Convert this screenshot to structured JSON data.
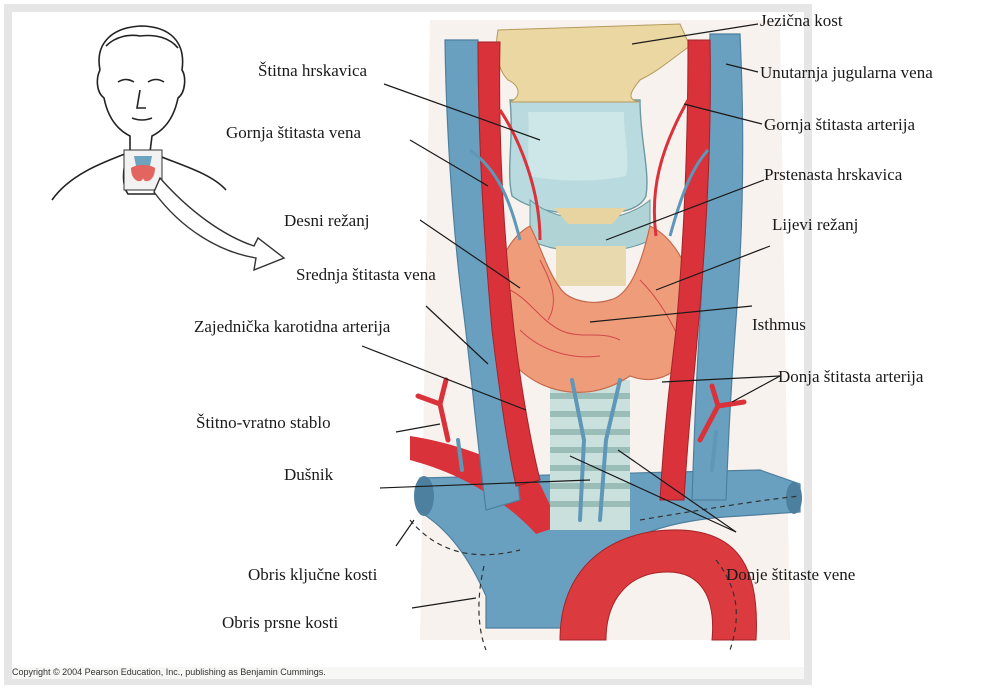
{
  "labels": {
    "jezicna_kost": "Jezična kost",
    "unutarnja_jugularna_vena": "Unutarnja jugularna vena",
    "gornja_stitasta_arterija": "Gornja štitasta arterija",
    "prstenasta_hrskavica": "Prstenasta hrskavica",
    "lijevi_rezanj": "Lijevi režanj",
    "isthmus": "Isthmus",
    "donja_stitasta_arterija": "Donja štitasta arterija",
    "donje_stitaste_vene": "Donje štitaste vene",
    "stitna_hrskavica": "Štitna hrskavica",
    "gornja_stitasta_vena": "Gornja štitasta vena",
    "desni_rezanj": "Desni režanj",
    "srednja_stitasta_vena": "Srednja štitasta vena",
    "zajednicka_karotidna_arterija": "Zajednička karotidna arterija",
    "stitno_vratno_stablo": "Štitno-vratno stablo",
    "dusnik": "Dušnik",
    "obris_kljucne_kosti": "Obris ključne kosti",
    "obris_prsne_kosti": "Obris prsne kosti"
  },
  "copyright": "Copyright © 2004 Pearson Education, Inc., publishing as Benjamin Cummings.",
  "colors": {
    "vein": "#5f97b8",
    "artery": "#d9323a",
    "thyroid": "#ee9a78",
    "cartilage": "#b9dadf",
    "hyoid": "#ead7a2",
    "background_panel": "#f6f6f4"
  }
}
